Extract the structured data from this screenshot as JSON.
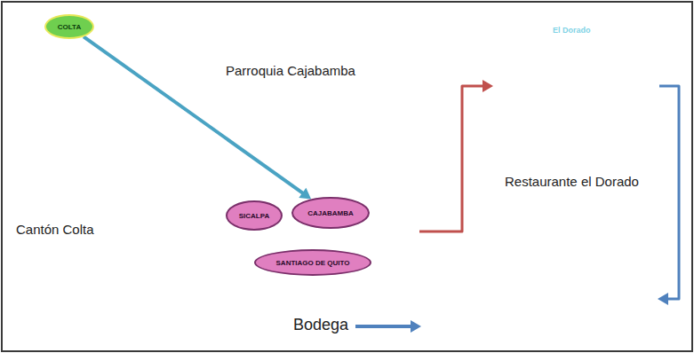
{
  "diagram": {
    "nodes": [
      {
        "text": [
          "Cantón Colta"
        ]
      },
      {
        "text": [
          "COLTA"
        ],
        "in": 0
      },
      {
        "text": [
          "Parroquia Cajabamba"
        ]
      },
      {
        "text": [
          "SICALPA"
        ],
        "in": 2
      },
      {
        "text": [
          "CAJABAMBA"
        ],
        "in": 2
      },
      {
        "text": [
          "SANTIAGO DE QUITO"
        ],
        "in": 2
      },
      {
        "text": [
          "Restaurante el Dorado"
        ]
      },
      {
        "text": [
          "Bodega"
        ]
      }
    ],
    "edges": [
      {
        "from": 1,
        "to": 4,
        "arrow": "to"
      },
      {
        "from": 2,
        "to": 6,
        "arrow": "to"
      },
      {
        "from": 6,
        "to": 7,
        "arrow": "to"
      }
    ],
    "labels": [
      "El Dorado"
    ]
  }
}
